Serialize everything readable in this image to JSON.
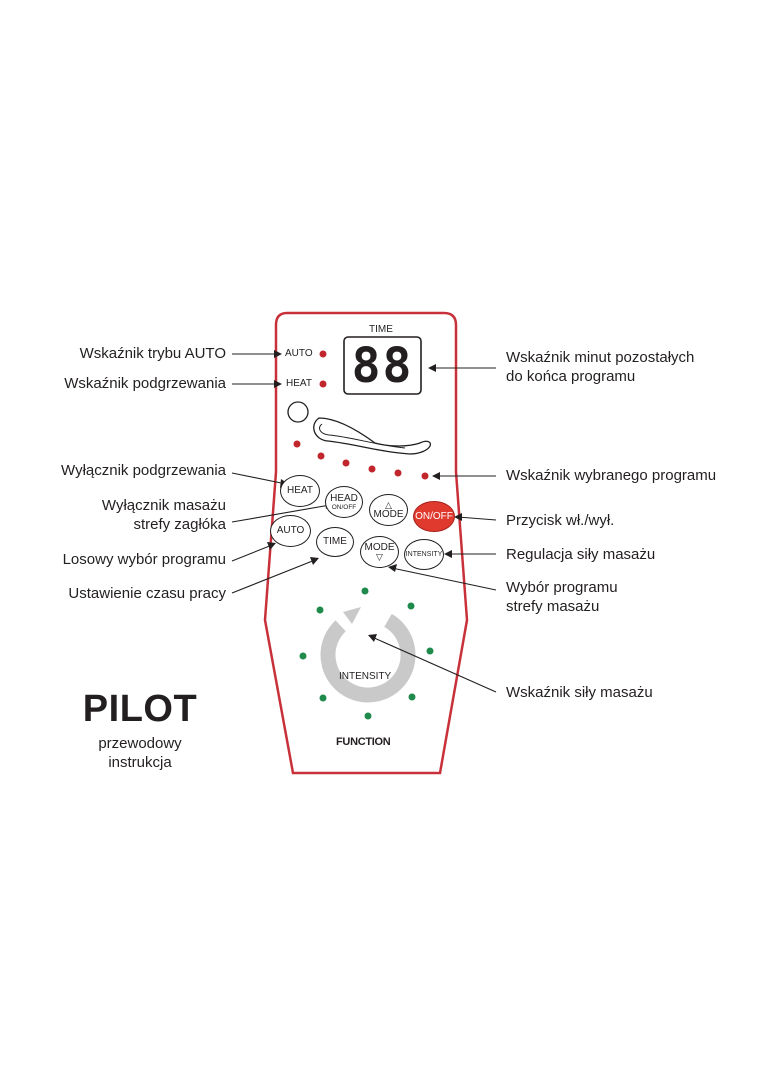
{
  "labels": {
    "auto_indicator": "Wskaźnik trybu AUTO",
    "heat_indicator": "Wskaźnik podgrzewania",
    "heat_switch": "Wyłącznik podgrzewania",
    "head_switch_line1": "Wyłącznik masażu",
    "head_switch_line2": "strefy zagłóka",
    "random_program": "Losowy wybór programu",
    "work_time": "Ustawienie czasu pracy",
    "minutes_left_line1": "Wskaźnik minut pozostałych",
    "minutes_left_line2": "do końca programu",
    "program_indicator": "Wskaźnik wybranego programu",
    "onoff_button": "Przycisk wł./wył.",
    "intensity_regulation": "Regulacja siły masażu",
    "zone_program_line1": "Wybór programu",
    "zone_program_line2": "strefy masażu",
    "intensity_indicator": "Wskaźnik siły masażu"
  },
  "remote": {
    "time_label": "TIME",
    "display_value": "88",
    "auto_label": "AUTO",
    "heat_label": "HEAT",
    "intensity_label": "INTENSITY",
    "function_label": "FUNCTION",
    "buttons": {
      "heat": "HEAT",
      "head_main": "HEAD",
      "head_sub": "ON/OFF",
      "mode_up_arrow": "△",
      "mode_up": "MODE",
      "onoff": "ON/OFF",
      "auto": "AUTO",
      "time": "TIME",
      "mode_down": "MODE",
      "mode_down_arrow": "▽",
      "intensity": "INTENSITY"
    }
  },
  "title": {
    "main": "PILOT",
    "line1": "przewodowy",
    "line2": "instrukcja"
  },
  "colors": {
    "remote_outline": "#c8313a",
    "led_red": "#c0262b",
    "led_green": "#1f8a4c",
    "onoff_button": "#e03a2f",
    "swirl_gray": "#c9c9c9"
  }
}
